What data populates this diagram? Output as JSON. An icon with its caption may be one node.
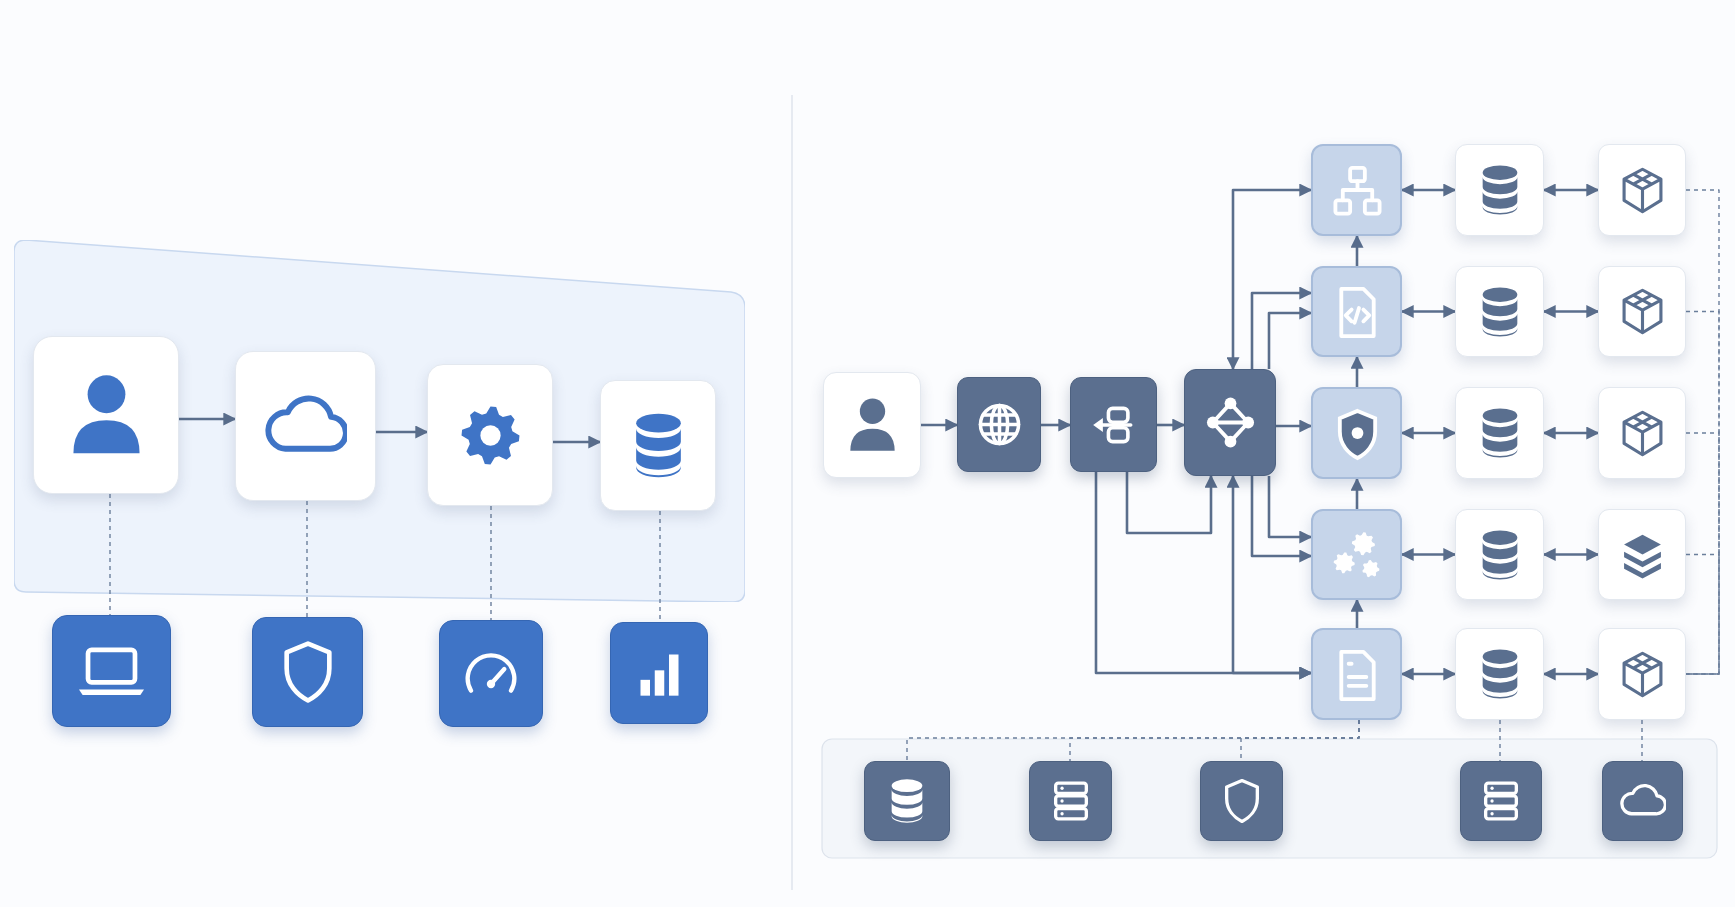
{
  "diagram": {
    "nodes": [
      {
        "text": [],
        "shape": "box"
      },
      {
        "text": [],
        "shape": "box",
        "in": 0
      },
      {
        "text": [],
        "shape": "box",
        "in": 0
      },
      {
        "text": [],
        "shape": "box",
        "in": 0
      },
      {
        "text": [],
        "shape": "box",
        "in": 0
      },
      {
        "text": [],
        "shape": "box"
      },
      {
        "text": [],
        "shape": "box"
      },
      {
        "text": [],
        "shape": "box"
      },
      {
        "text": [],
        "shape": "box"
      },
      {
        "text": [],
        "shape": "box"
      },
      {
        "text": [],
        "shape": "box"
      },
      {
        "text": [],
        "shape": "box"
      },
      {
        "text": [],
        "shape": "box"
      },
      {
        "text": [],
        "shape": "box"
      },
      {
        "text": [],
        "shape": "box"
      },
      {
        "text": [],
        "shape": "box"
      },
      {
        "text": [],
        "shape": "box"
      },
      {
        "text": [],
        "shape": "box"
      },
      {
        "text": [],
        "shape": "box"
      },
      {
        "text": [],
        "shape": "box"
      },
      {
        "text": [],
        "shape": "box"
      },
      {
        "text": [],
        "shape": "box"
      },
      {
        "text": [],
        "shape": "box"
      },
      {
        "text": [],
        "shape": "box"
      },
      {
        "text": [],
        "shape": "box"
      },
      {
        "text": [],
        "shape": "box"
      },
      {
        "text": [],
        "shape": "box"
      },
      {
        "text": [],
        "shape": "box"
      },
      {
        "text": [],
        "shape": "box"
      },
      {
        "text": [],
        "shape": "box",
        "in": 28
      },
      {
        "text": [],
        "shape": "box",
        "in": 28
      },
      {
        "text": [],
        "shape": "box",
        "in": 28
      },
      {
        "text": [],
        "shape": "box",
        "in": 28
      },
      {
        "text": [],
        "shape": "box",
        "in": 28
      }
    ],
    "edges": [
      {
        "from": 1,
        "to": 2,
        "arrow": "to"
      },
      {
        "from": 2,
        "to": 3,
        "arrow": "to"
      },
      {
        "from": 3,
        "to": 4,
        "arrow": "to"
      },
      {
        "from": 1,
        "to": 5,
        "arrow": "none",
        "style": "dashed"
      },
      {
        "from": 2,
        "to": 6,
        "arrow": "none",
        "style": "dashed"
      },
      {
        "from": 3,
        "to": 7,
        "arrow": "none",
        "style": "dashed"
      },
      {
        "from": 4,
        "to": 8,
        "arrow": "none",
        "style": "dashed"
      },
      {
        "from": 9,
        "to": 10,
        "arrow": "to"
      },
      {
        "from": 10,
        "to": 11,
        "arrow": "to"
      },
      {
        "from": 11,
        "to": 12,
        "arrow": "to"
      },
      {
        "from": 12,
        "to": 19,
        "arrow": "to"
      },
      {
        "from": 12,
        "to": 13,
        "arrow": "both"
      },
      {
        "from": 12,
        "to": 16,
        "arrow": "to"
      },
      {
        "from": 12,
        "to": 16,
        "arrow": "to"
      },
      {
        "from": 12,
        "to": 22,
        "arrow": "to"
      },
      {
        "from": 12,
        "to": 22,
        "arrow": "to"
      },
      {
        "from": 11,
        "to": 12,
        "arrow": "to"
      },
      {
        "from": 11,
        "to": 25,
        "arrow": "to"
      },
      {
        "from": 12,
        "to": 25,
        "arrow": "both"
      },
      {
        "from": 16,
        "to": 13,
        "arrow": "to"
      },
      {
        "from": 19,
        "to": 16,
        "arrow": "to"
      },
      {
        "from": 22,
        "to": 19,
        "arrow": "to"
      },
      {
        "from": 25,
        "to": 22,
        "arrow": "to"
      },
      {
        "from": 13,
        "to": 14,
        "arrow": "both"
      },
      {
        "from": 14,
        "to": 15,
        "arrow": "both"
      },
      {
        "from": 16,
        "to": 17,
        "arrow": "both"
      },
      {
        "from": 17,
        "to": 18,
        "arrow": "both"
      },
      {
        "from": 19,
        "to": 20,
        "arrow": "both"
      },
      {
        "from": 20,
        "to": 21,
        "arrow": "both"
      },
      {
        "from": 22,
        "to": 23,
        "arrow": "both"
      },
      {
        "from": 23,
        "to": 24,
        "arrow": "both"
      },
      {
        "from": 25,
        "to": 26,
        "arrow": "both"
      },
      {
        "from": 26,
        "to": 27,
        "arrow": "both"
      },
      {
        "from": 15,
        "to": 27,
        "arrow": "none",
        "style": "dashed"
      },
      {
        "from": 18,
        "to": 27,
        "arrow": "none",
        "style": "dashed"
      },
      {
        "from": 21,
        "to": 27,
        "arrow": "none",
        "style": "dashed"
      },
      {
        "from": 24,
        "to": 27,
        "arrow": "none",
        "style": "dashed"
      },
      {
        "from": 25,
        "to": 29,
        "arrow": "none",
        "style": "dashed"
      },
      {
        "from": 25,
        "to": 30,
        "arrow": "none",
        "style": "dashed"
      },
      {
        "from": 25,
        "to": 31,
        "arrow": "none",
        "style": "dashed"
      },
      {
        "from": 26,
        "to": 32,
        "arrow": "none",
        "style": "dashed"
      },
      {
        "from": 27,
        "to": 33,
        "arrow": "none",
        "style": "dashed"
      }
    ]
  }
}
